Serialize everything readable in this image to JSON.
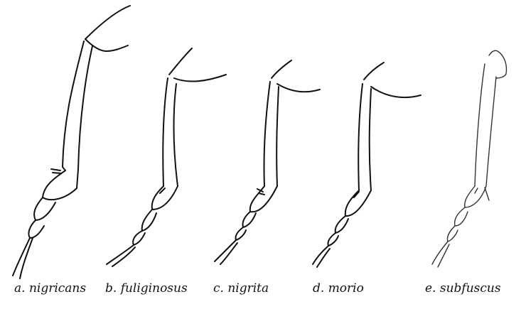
{
  "figure": {
    "labels": {
      "a": "a. nigricans",
      "b": "b. fuliginosus",
      "c": "c. nigrita",
      "d": "d. morio",
      "e": "e. subfuscus"
    }
  }
}
